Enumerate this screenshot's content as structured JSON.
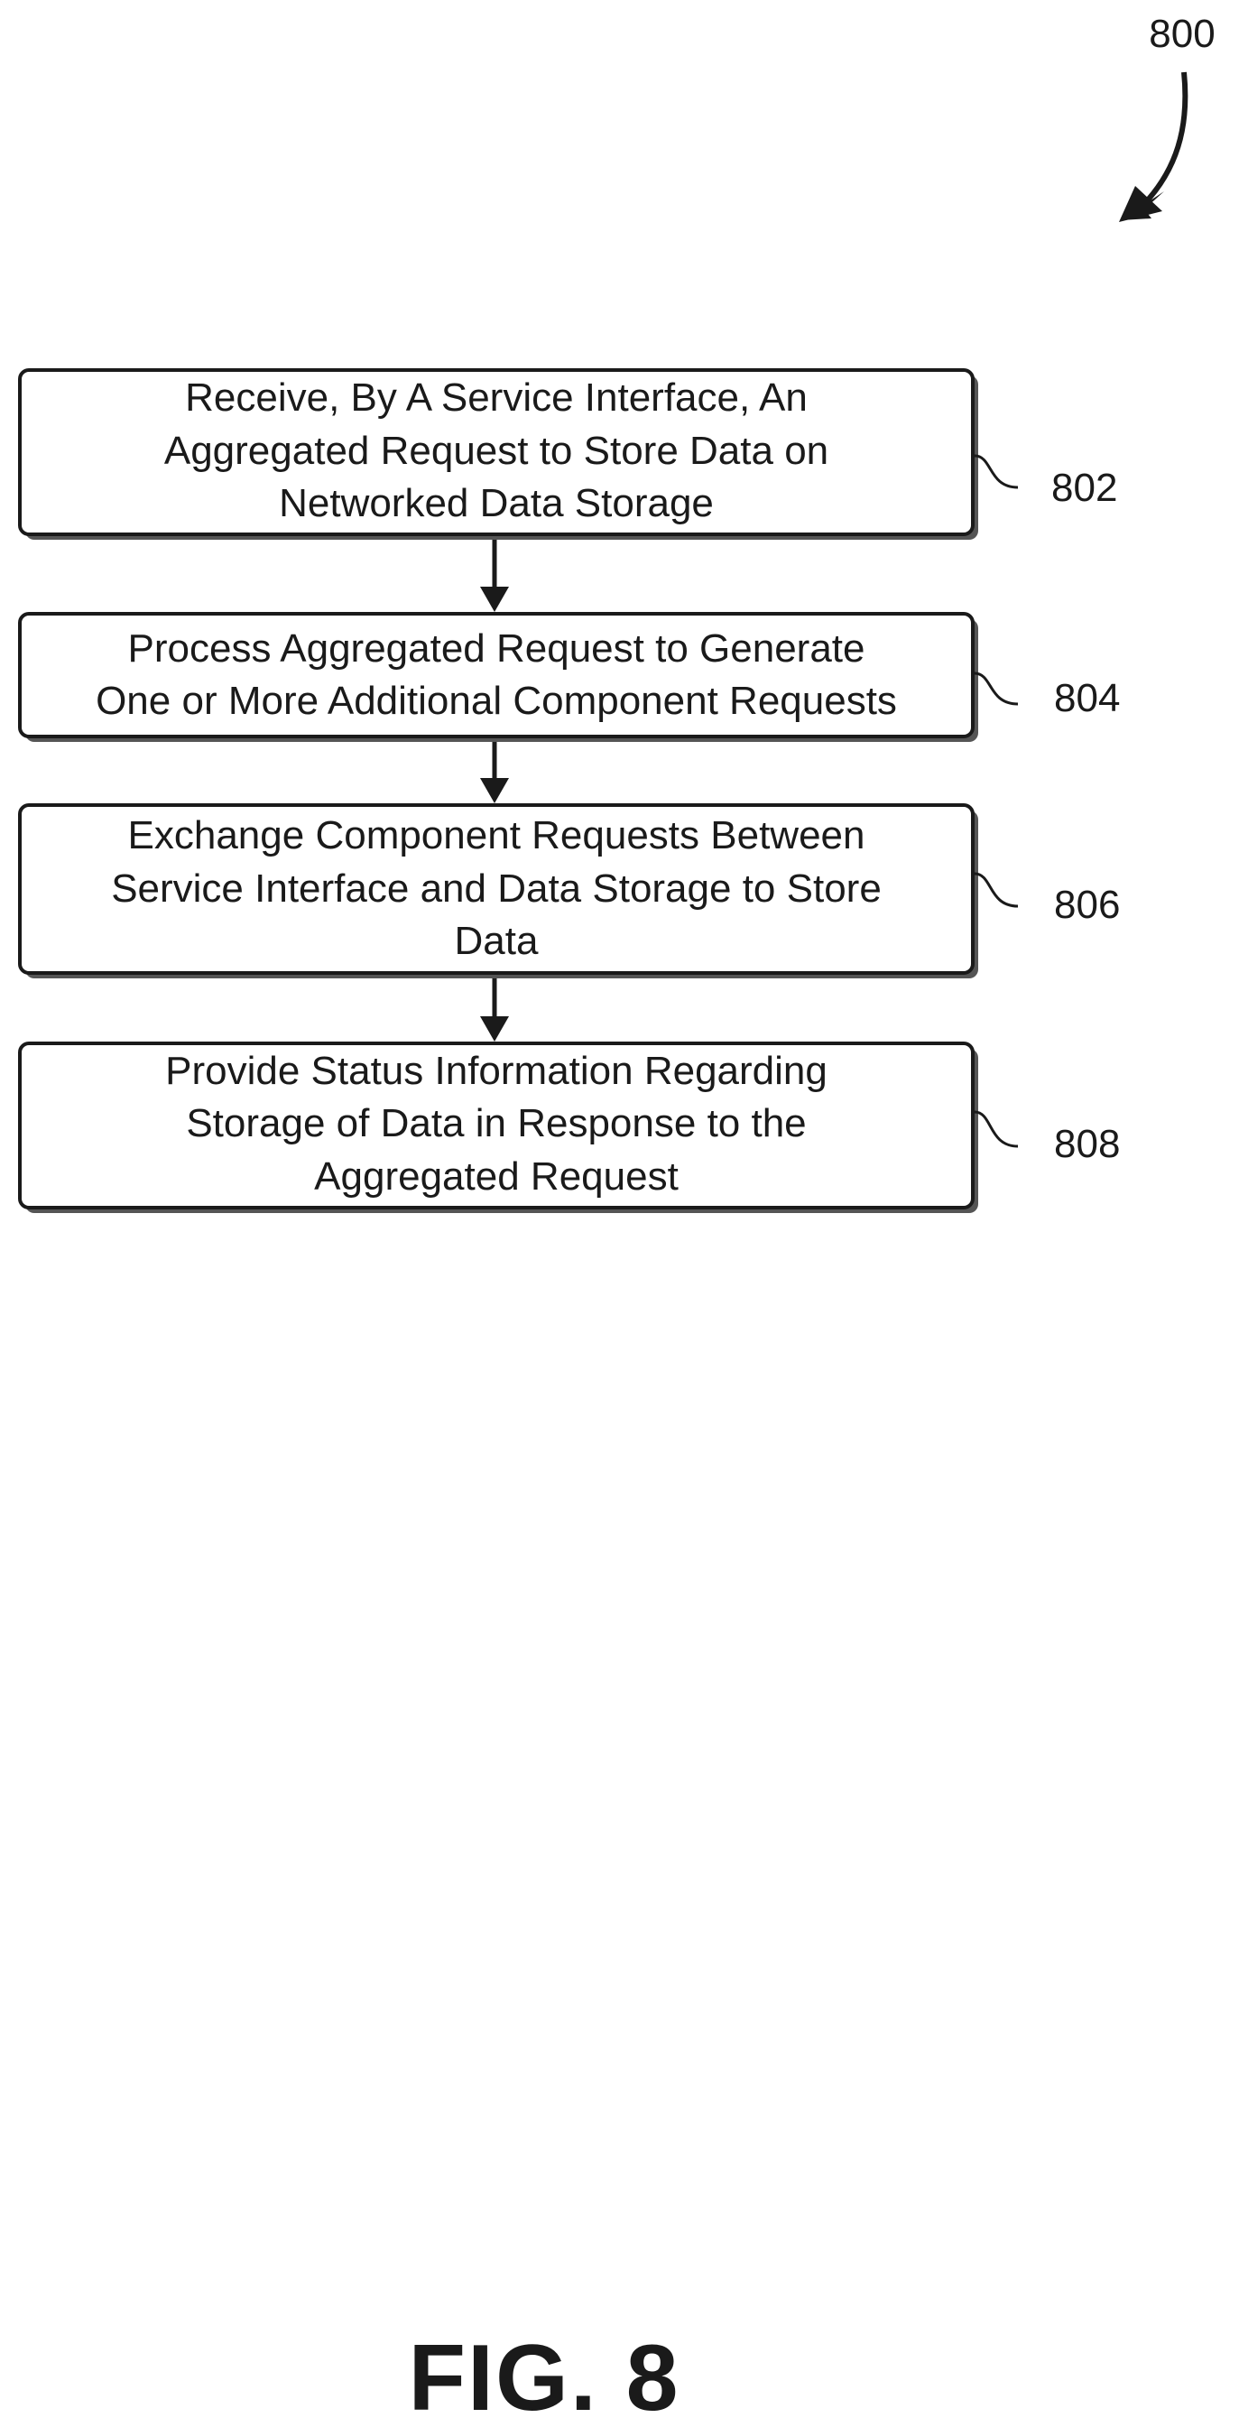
{
  "figure": {
    "ref_number": "800",
    "caption": "FIG. 8"
  },
  "steps": [
    {
      "ref": "802",
      "lines": [
        "Receive, By A Service Interface, An",
        "Aggregated Request to Store Data on",
        "Networked Data Storage"
      ]
    },
    {
      "ref": "804",
      "lines": [
        "Process Aggregated Request to Generate",
        "One or More Additional Component Requests"
      ]
    },
    {
      "ref": "806",
      "lines": [
        "Exchange Component Requests Between",
        "Service Interface and Data Storage to Store",
        "Data"
      ]
    },
    {
      "ref": "808",
      "lines": [
        "Provide Status Information Regarding",
        "Storage of Data in Response to the",
        "Aggregated Request"
      ]
    }
  ]
}
